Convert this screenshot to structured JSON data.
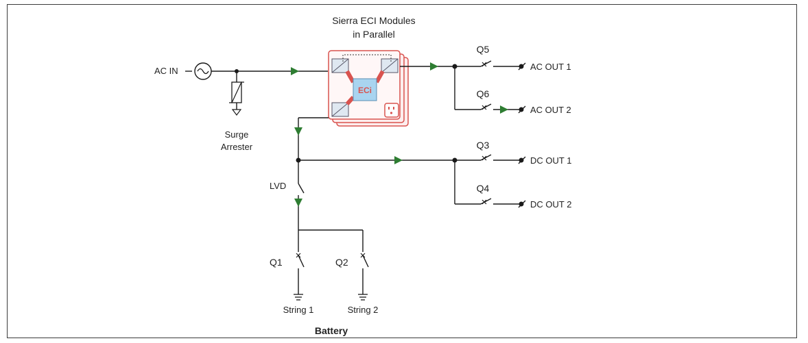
{
  "title": {
    "line1": "Sierra ECI Modules",
    "line2": "in Parallel"
  },
  "ac_in_label": "AC IN",
  "surge_label": {
    "line1": "Surge",
    "line2": "Arrester"
  },
  "module_logo": "ECi",
  "lvd_label": "LVD",
  "outputs": [
    {
      "breaker": "Q5",
      "label": "AC OUT 1"
    },
    {
      "breaker": "Q6",
      "label": "AC OUT 2"
    },
    {
      "breaker": "Q3",
      "label": "DC OUT 1"
    },
    {
      "breaker": "Q4",
      "label": "DC OUT 2"
    }
  ],
  "battery": {
    "title": "Battery",
    "strings": [
      {
        "breaker": "Q1",
        "label": "String 1"
      },
      {
        "breaker": "Q2",
        "label": "String 2"
      }
    ]
  },
  "colors": {
    "flow_arrow": "#2e7d32",
    "module_border": "#d9534f",
    "module_fill": "#fdeeee",
    "eci_box": "#a9d4f0",
    "eci_text": "#d9534f"
  }
}
